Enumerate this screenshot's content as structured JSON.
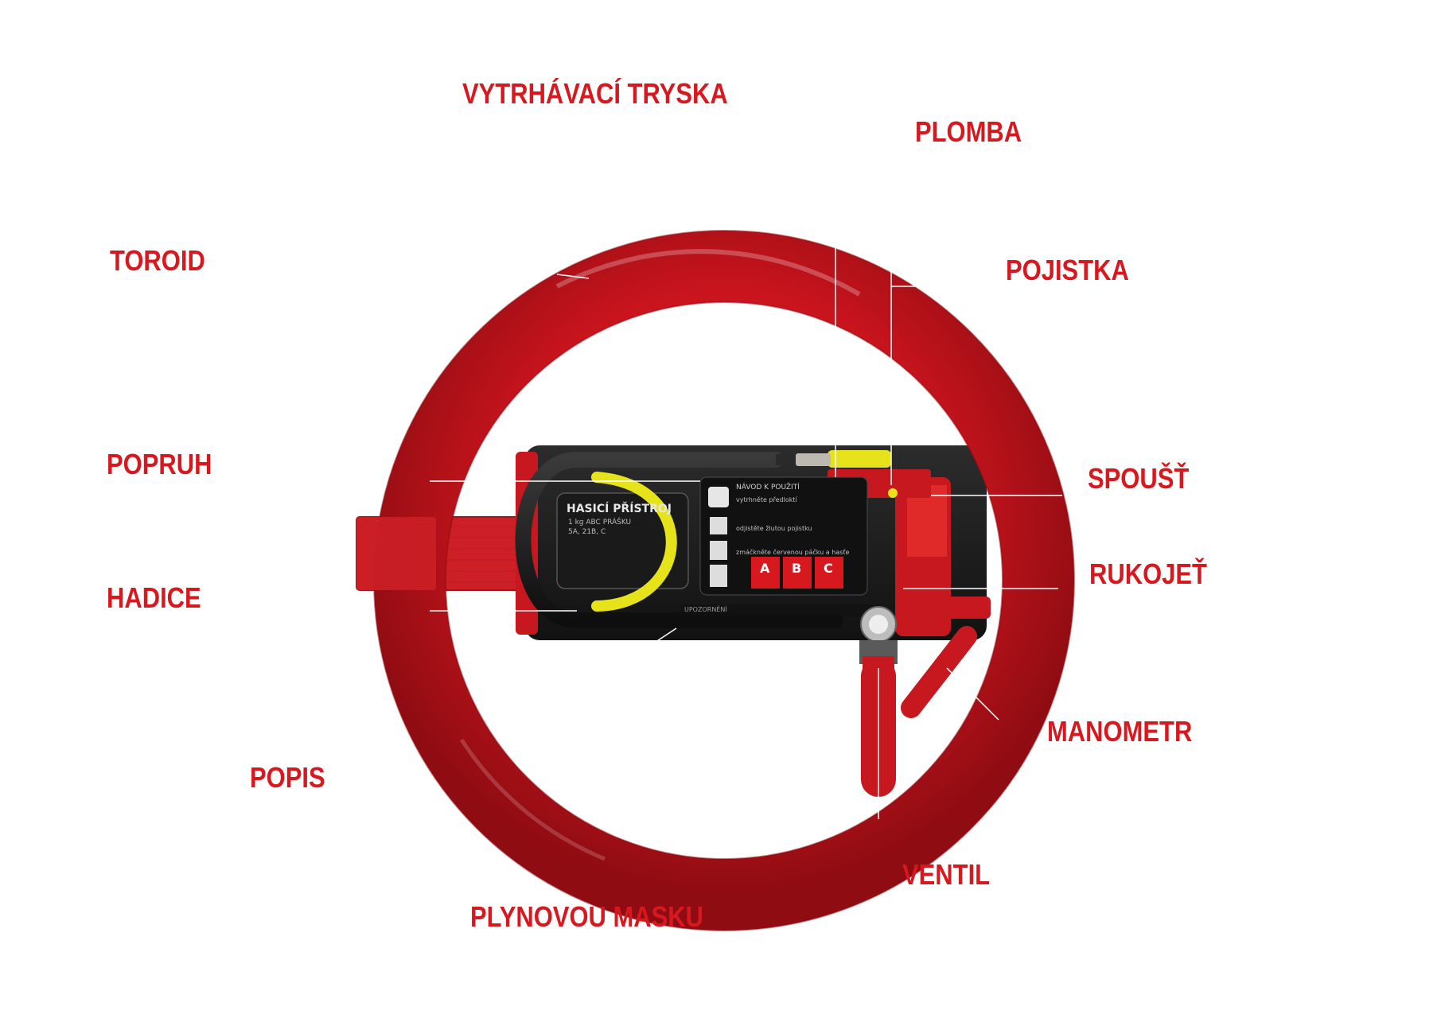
{
  "labels": {
    "vytrhavaci_tryska": "VYTRHÁVACÍ TRYSKA",
    "plomba": "PLOMBA",
    "toroid": "TOROID",
    "pojistka": "POJISTKA",
    "popruh": "POPRUH",
    "spoust": "SPOUŠŤ",
    "hadice": "HADICE",
    "rukojet": "RUKOJEŤ",
    "manometr": "MANOMETR",
    "popis": "POPIS",
    "ventil": "VENTIL",
    "plynovou_masku": "PLYNOVOU MASKU"
  },
  "device_label": {
    "title": "HASICÍ PŘÍSTROJ",
    "subtitle": "1 kg ABC PRÁŠKU",
    "class": "5A, 21B, C"
  },
  "instructions": {
    "title": "NÁVOD K POUŽITÍ",
    "step1": "vytrhněte předloktí",
    "step2": "odjistěte žlutou pojistku",
    "step3": "zmáčkněte červenou páčku a hasťe",
    "classes": [
      "A",
      "B",
      "C"
    ],
    "warning": "UPOZORNĚNÍ"
  },
  "colors": {
    "accent": "#d7191f",
    "ring": "#c8141c",
    "body": "#1b1b1b",
    "yellow": "#e7e31a"
  }
}
